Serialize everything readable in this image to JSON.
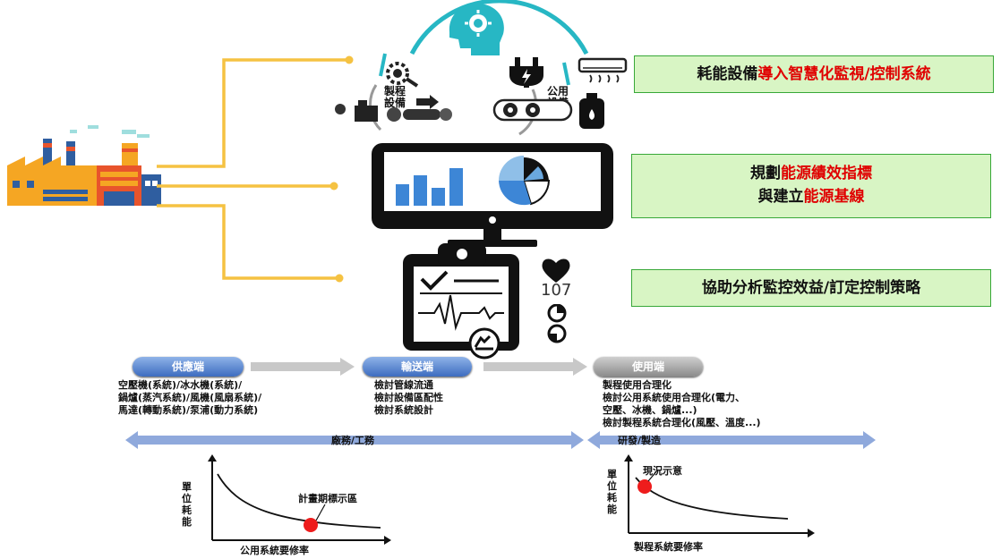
{
  "callouts": {
    "monitor": {
      "prefix": "耗能設備",
      "highlight": "導入智慧化監視/控制系統"
    },
    "indicator": {
      "line1_prefix": "規劃",
      "line1_highlight": "能源績效指標",
      "line2_prefix": "與建立",
      "line2_highlight": "能源基線"
    },
    "analysis": {
      "text": "協助分析監控效益/訂定控制策略"
    }
  },
  "circle_labels": {
    "process_equipment": "製程\n設備",
    "utility_equipment": "公用\n設備"
  },
  "monitor_value": "107",
  "flow": {
    "supply": {
      "label": "供應端",
      "text": "空壓機(系統)/冰水機(系統)/\n鍋爐(蒸汽系統)/風機(風扇系統)/\n馬達(轉動系統)/泵浦(動力系統)"
    },
    "transmission": {
      "label": "輸送端",
      "text": "檢討管線流通\n檢討設備區配性\n檢討系統設計"
    },
    "usage": {
      "label": "使用端",
      "text": "製程使用合理化\n檢討公用系統使用合理化(電力、\n空壓、冰機、鍋爐...)\n檢討製程系統合理化(風壓、溫度...)"
    }
  },
  "bars": {
    "left": "廠務/工務",
    "right": "研發/製造"
  },
  "graph_left": {
    "ylabel": "單位耗能",
    "xlabel": "公用系統要修率",
    "marker_label": "計畫期標示區"
  },
  "graph_right": {
    "ylabel": "單位耗能",
    "xlabel": "製程系統要修率",
    "marker_label": "現況示意"
  },
  "colors": {
    "connector": "#f5c242",
    "teal": "#27b7c4",
    "callout_bg": "#d8f5c4",
    "callout_border": "#38a838",
    "highlight": "#e00000",
    "flow_bar": "#8fa9dc"
  },
  "icons": {
    "factory": "factory-icon",
    "brain": "brain-gear-icon",
    "plug": "plug-icon",
    "aircon": "air-conditioner-icon",
    "monitor": "computer-monitor-icon",
    "clipboard": "clipboard-ecg-icon",
    "heart": "heart-icon"
  }
}
